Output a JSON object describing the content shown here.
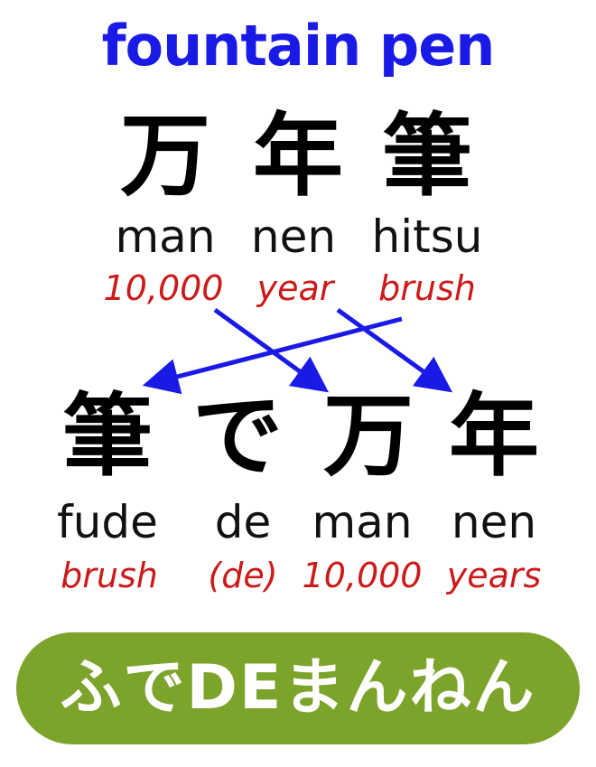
{
  "title": "fountain pen",
  "colors": {
    "title": "#1a1ae6",
    "gloss": "#cc1a1a",
    "arrow": "#1a1ae6",
    "banner": "#7ca32a",
    "banner_text": "#ffffff"
  },
  "top_row": [
    {
      "kanji": "万",
      "romaji": "man",
      "gloss": "10,000"
    },
    {
      "kanji": "年",
      "romaji": "nen",
      "gloss": "year"
    },
    {
      "kanji": "筆",
      "romaji": "hitsu",
      "gloss": "brush"
    }
  ],
  "bottom_row": [
    {
      "kanji": "筆",
      "romaji": "fude",
      "gloss": "brush"
    },
    {
      "kanji": "で",
      "romaji": "de",
      "gloss": "(de)"
    },
    {
      "kanji": "万",
      "romaji": "man",
      "gloss": "10,000"
    },
    {
      "kanji": "年",
      "romaji": "nen",
      "gloss": "years"
    }
  ],
  "banner": {
    "text": "ふでDEまんねん"
  }
}
